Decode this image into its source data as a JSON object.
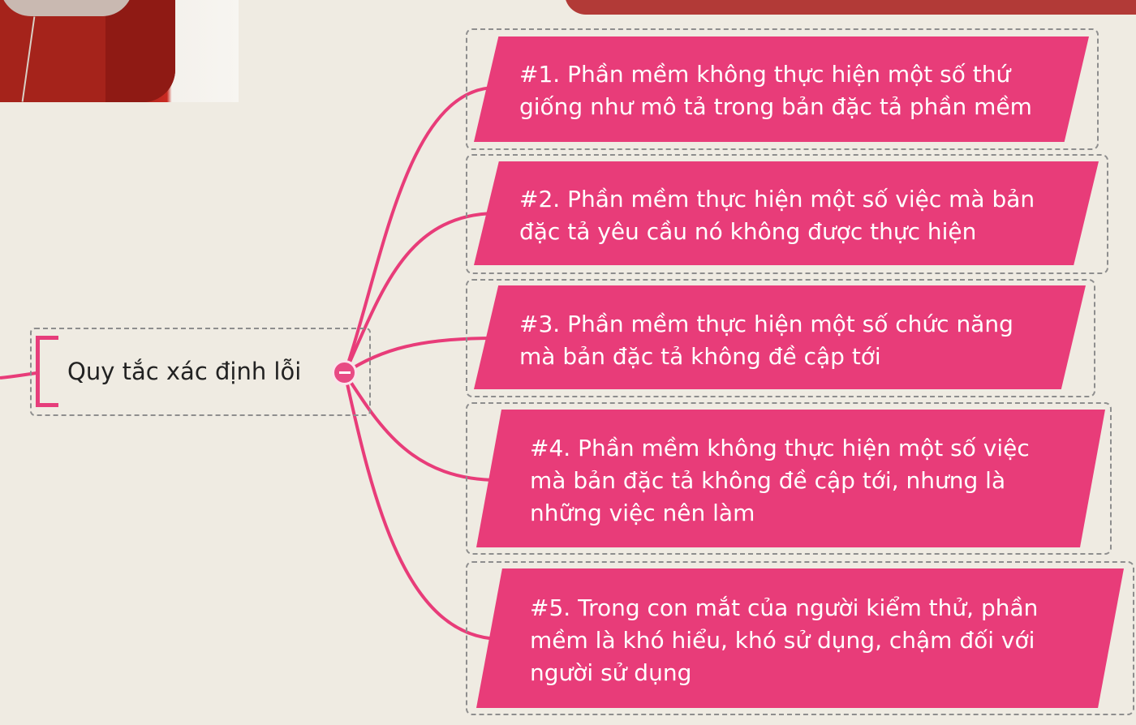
{
  "mindmap": {
    "root": {
      "title": "Quy tắc xác định lỗi"
    },
    "colors": {
      "branch": "#e83c79",
      "background": "#efebe2",
      "frame": "#8e8e8e",
      "text_on_branch": "#ffffff"
    },
    "collapse_icon": "minus-circle-icon",
    "branches": [
      {
        "lines": [
          "#1. Phần mềm không thực hiện một số thứ",
          "giống như mô tả trong bản đặc tả phần mềm"
        ]
      },
      {
        "lines": [
          "#2. Phần mềm thực hiện một số việc mà bản",
          "đặc tả yêu cầu nó không được thực hiện"
        ]
      },
      {
        "lines": [
          "#3. Phần mềm thực hiện một số chức năng",
          "mà bản đặc tả không đề cập tới"
        ]
      },
      {
        "lines": [
          "#4. Phần mềm không thực hiện một số việc",
          "mà bản đặc tả không đề cập tới, nhưng là",
          "những việc nên làm"
        ]
      },
      {
        "lines": [
          "#5. Trong con mắt của người kiểm thử, phần",
          "mềm là khó hiểu, khó sử dụng, chậm đối với",
          "người sử dụng"
        ]
      }
    ]
  }
}
